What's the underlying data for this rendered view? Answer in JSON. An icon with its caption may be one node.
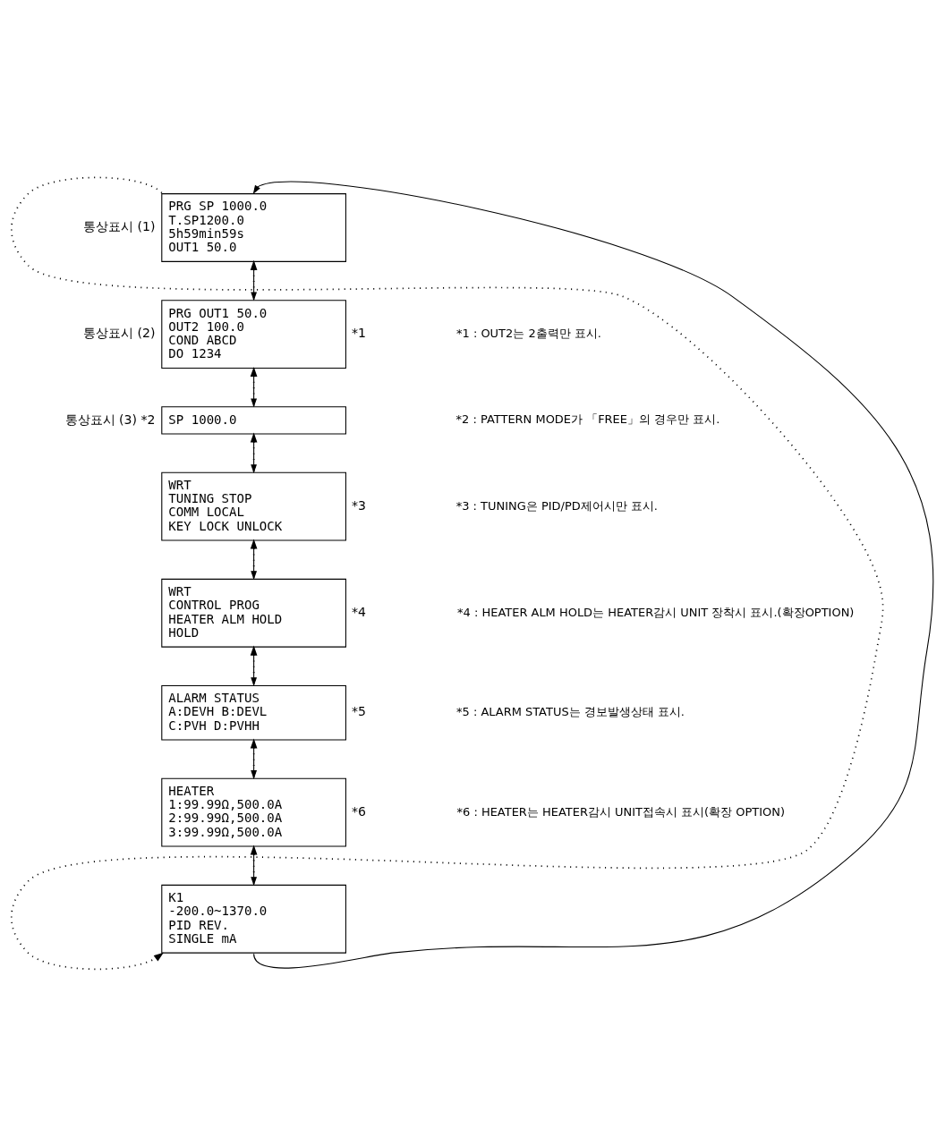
{
  "diagram": {
    "nodes": [
      {
        "text": [
          "PRG SP 1000.0",
          "T.SP1200.0",
          "5h59min59s",
          "OUT1 50.0"
        ],
        "beside": [
          "통상표시 (1)"
        ]
      },
      {
        "text": [
          "PRG OUT1 50.0",
          "OUT2 100.0",
          "COND ABCD",
          "DO 1234"
        ],
        "beside": [
          "통상표시 (2)",
          "*1"
        ]
      },
      {
        "text": [
          "SP 1000.0"
        ],
        "beside": [
          "통상표시 (3) *2"
        ]
      },
      {
        "text": [
          "WRT",
          "TUNING STOP",
          "COMM LOCAL",
          "KEY LOCK UNLOCK"
        ],
        "beside": [
          "*3"
        ]
      },
      {
        "text": [
          "WRT",
          "CONTROL PROG",
          "HEATER ALM HOLD",
          "HOLD"
        ],
        "beside": [
          "*4"
        ]
      },
      {
        "text": [
          "ALARM STATUS",
          "A:DEVH B:DEVL",
          "C:PVH D:PVHH"
        ],
        "beside": [
          "*5"
        ]
      },
      {
        "text": [
          "HEATER",
          "1:99.99Ω,500.0A",
          "2:99.99Ω,500.0A",
          "3:99.99Ω,500.0A"
        ],
        "beside": [
          "*6"
        ]
      },
      {
        "text": [
          "K1",
          "-200.0~1370.0",
          "PID REV.",
          "SINGLE mA"
        ]
      }
    ],
    "edges": [
      {
        "from": 0,
        "to": 1,
        "arrow": "to"
      },
      {
        "from": 1,
        "to": 0,
        "arrow": "to",
        "style": "dashed"
      },
      {
        "from": 1,
        "to": 2,
        "arrow": "to"
      },
      {
        "from": 2,
        "to": 1,
        "arrow": "to",
        "style": "dashed"
      },
      {
        "from": 2,
        "to": 3,
        "arrow": "to"
      },
      {
        "from": 3,
        "to": 2,
        "arrow": "to",
        "style": "dashed"
      },
      {
        "from": 3,
        "to": 4,
        "arrow": "to"
      },
      {
        "from": 4,
        "to": 3,
        "arrow": "to",
        "style": "dashed"
      },
      {
        "from": 4,
        "to": 5,
        "arrow": "to"
      },
      {
        "from": 5,
        "to": 4,
        "arrow": "to",
        "style": "dashed"
      },
      {
        "from": 5,
        "to": 6,
        "arrow": "to"
      },
      {
        "from": 6,
        "to": 5,
        "arrow": "to",
        "style": "dashed"
      },
      {
        "from": 6,
        "to": 7,
        "arrow": "to"
      },
      {
        "from": 7,
        "to": 6,
        "arrow": "to",
        "style": "dashed"
      },
      {
        "from": 7,
        "to": 0,
        "arrow": "to"
      },
      {
        "from": 0,
        "to": 7,
        "arrow": "to",
        "style": "dashed"
      }
    ],
    "labels": [
      "*1 : OUT2는 2출력만 표시.",
      "*2 : PATTERN MODE가 「FREE」의 경우만 표시.",
      "*3 : TUNING은 PID/PD제어시만 표시.",
      "*4 : HEATER ALM HOLD는 HEATER감시 UNIT 장착시 표시.(확장OPTION)",
      "*5 : ALARM STATUS는 경보발생상태 표시.",
      "*6 : HEATER는 HEATER감시 UNIT접속시 표시(확장 OPTION)"
    ]
  }
}
